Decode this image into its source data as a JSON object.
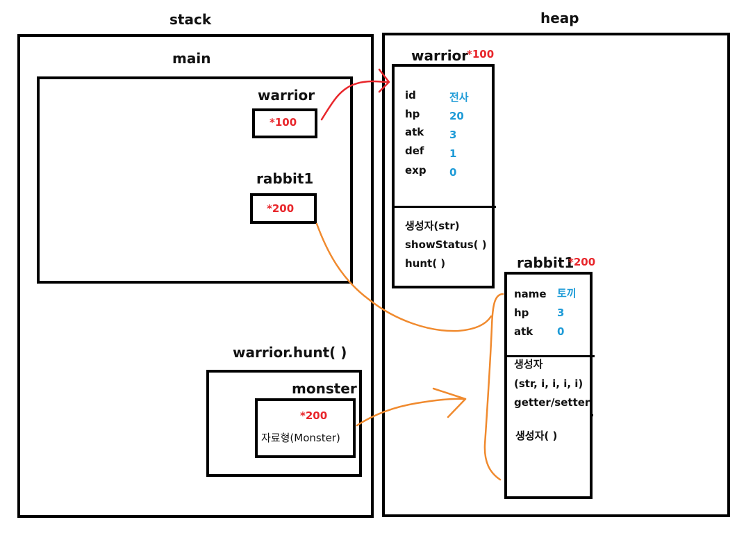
{
  "colors": {
    "pointer_red": "#e8262b",
    "pointer_orange": "#f08a2e",
    "value_blue": "#1e9bd7",
    "stroke": "#000000"
  },
  "stack": {
    "title": "stack",
    "main": {
      "title": "main",
      "warrior": {
        "name": "warrior",
        "ref": "*100"
      },
      "rabbit1": {
        "name": "rabbit1",
        "ref": "*200"
      }
    },
    "hunt_frame": {
      "title": "warrior.hunt( )",
      "monster": {
        "name": "monster",
        "ref": "*200",
        "type": "자료형(Monster)"
      }
    }
  },
  "heap": {
    "title": "heap",
    "warrior": {
      "name": "warrior",
      "addr": "*100",
      "fields": [
        {
          "key": "id",
          "value": "전사"
        },
        {
          "key": "hp",
          "value": "20"
        },
        {
          "key": "atk",
          "value": "3"
        },
        {
          "key": "def",
          "value": "1"
        },
        {
          "key": "exp",
          "value": "0"
        }
      ],
      "methods": [
        "생성자(str)",
        "showStatus( )",
        "hunt( )"
      ]
    },
    "rabbit1": {
      "name": "rabbit1",
      "addr": "*200",
      "fields": [
        {
          "key": "name",
          "value": "토끼"
        },
        {
          "key": "hp",
          "value": "3"
        },
        {
          "key": "atk",
          "value": "0"
        }
      ],
      "methods_1": [
        "생성자",
        "(str, i, i, i, i)",
        "getter/setter"
      ],
      "methods_2": [
        "생성자( )"
      ]
    }
  }
}
